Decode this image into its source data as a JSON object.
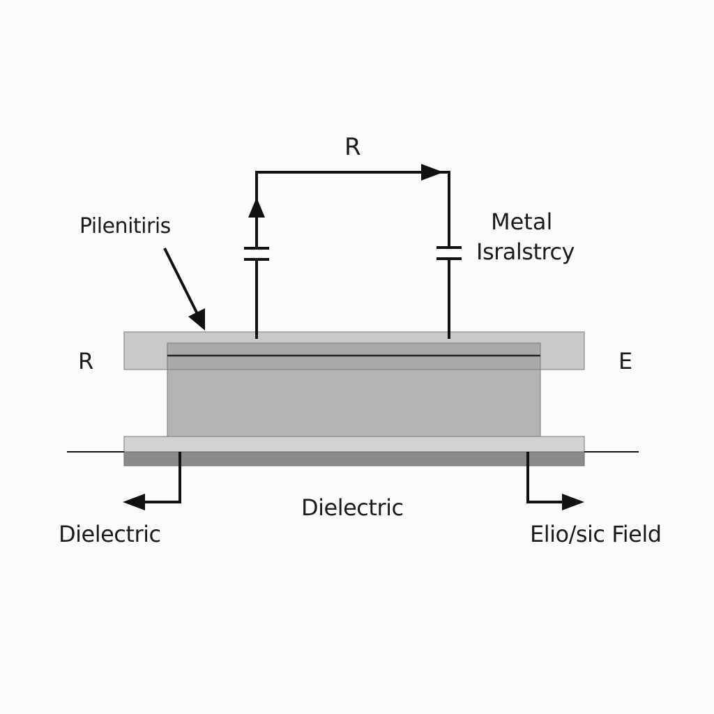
{
  "labels": {
    "r_top": "R",
    "pilenitiris": "Pilenitiris",
    "metal": "Metal",
    "lsralstrcy": "Isralstrcy",
    "r_left": "R",
    "e_right": "E",
    "dielectric_center": "Dielectric",
    "dielectric_left": "Dielectric",
    "field": "Elio/sic Field"
  },
  "colors": {
    "line": "#111111",
    "top_plate": "#c9c9c9",
    "inner_layer": "#a9a9a9",
    "body": "#b3b3b3",
    "bottom_plate": "#d2d2d2",
    "base_strip": "#8a8a8a",
    "outline": "#7a7a7a"
  }
}
